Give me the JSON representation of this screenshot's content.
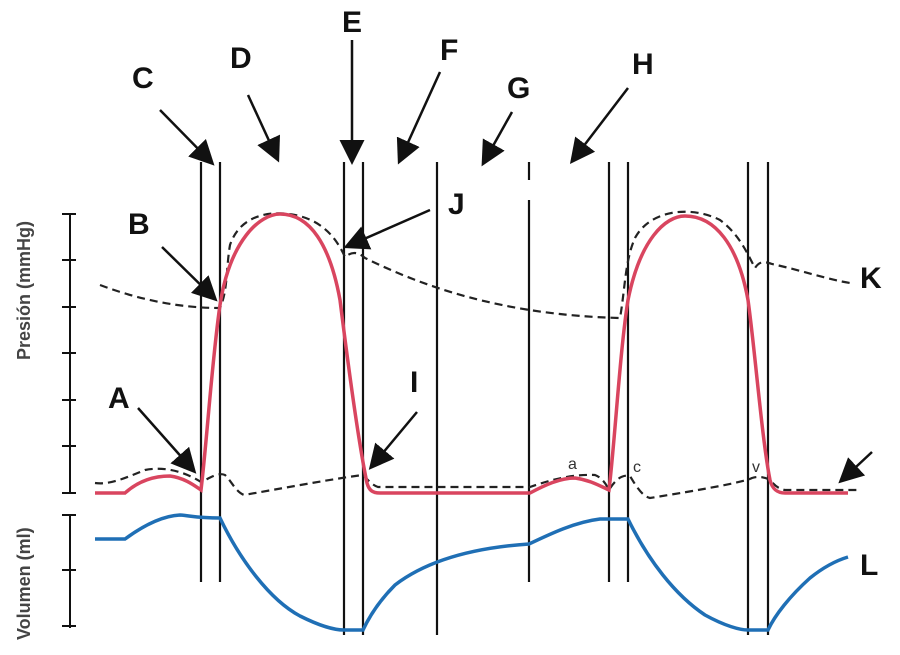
{
  "axes": {
    "pressure_label": "Presión (mmHg)",
    "volume_label": "Volumen (ml)"
  },
  "labels": {
    "A": "A",
    "B": "B",
    "C": "C",
    "D": "D",
    "E": "E",
    "F": "F",
    "G": "G",
    "H": "H",
    "I": "I",
    "J": "J",
    "K": "K",
    "L": "L"
  },
  "waves": {
    "a": "a",
    "c": "c",
    "v": "v"
  },
  "colors": {
    "ventricular_pressure": "#d9455f",
    "volume": "#1f6fb5",
    "dashed": "#222222",
    "lines": "#111111"
  }
}
